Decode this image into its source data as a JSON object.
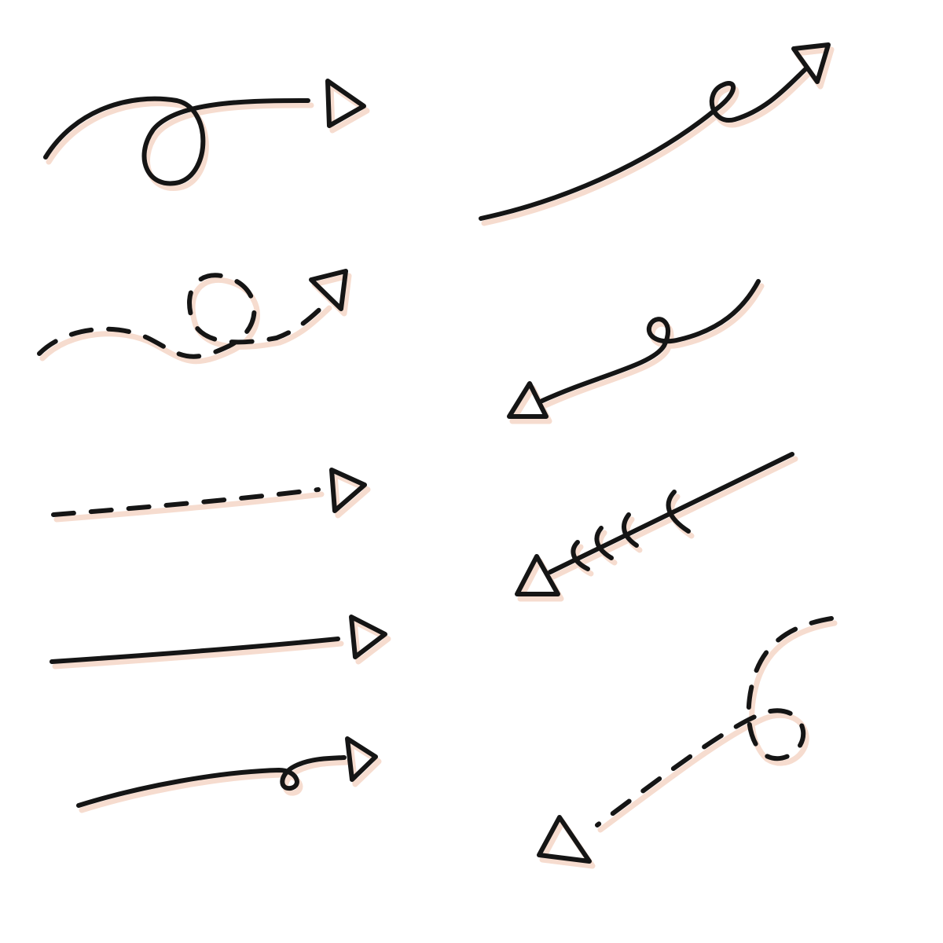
{
  "canvas": {
    "background": "#ffffff"
  },
  "style": {
    "ink": "#151515",
    "shadow": "#f6dccf"
  },
  "arrows": [
    {
      "name": "loop-arrow-right",
      "line": "solid",
      "direction": "right"
    },
    {
      "name": "curly-arrow-up-right",
      "line": "solid",
      "direction": "up-right"
    },
    {
      "name": "dashed-loop-arrow-right",
      "line": "dashed",
      "direction": "right"
    },
    {
      "name": "curly-arrow-down-left",
      "line": "solid",
      "direction": "down-left"
    },
    {
      "name": "dashed-arrow-right",
      "line": "dashed",
      "direction": "right"
    },
    {
      "name": "feathered-arrow-down-left",
      "line": "solid",
      "direction": "down-left"
    },
    {
      "name": "straight-arrow-right",
      "line": "solid",
      "direction": "right"
    },
    {
      "name": "dashed-curly-arrow-down-left",
      "line": "dashed",
      "direction": "down-left"
    },
    {
      "name": "small-curl-arrow-right",
      "line": "solid",
      "direction": "right"
    }
  ]
}
